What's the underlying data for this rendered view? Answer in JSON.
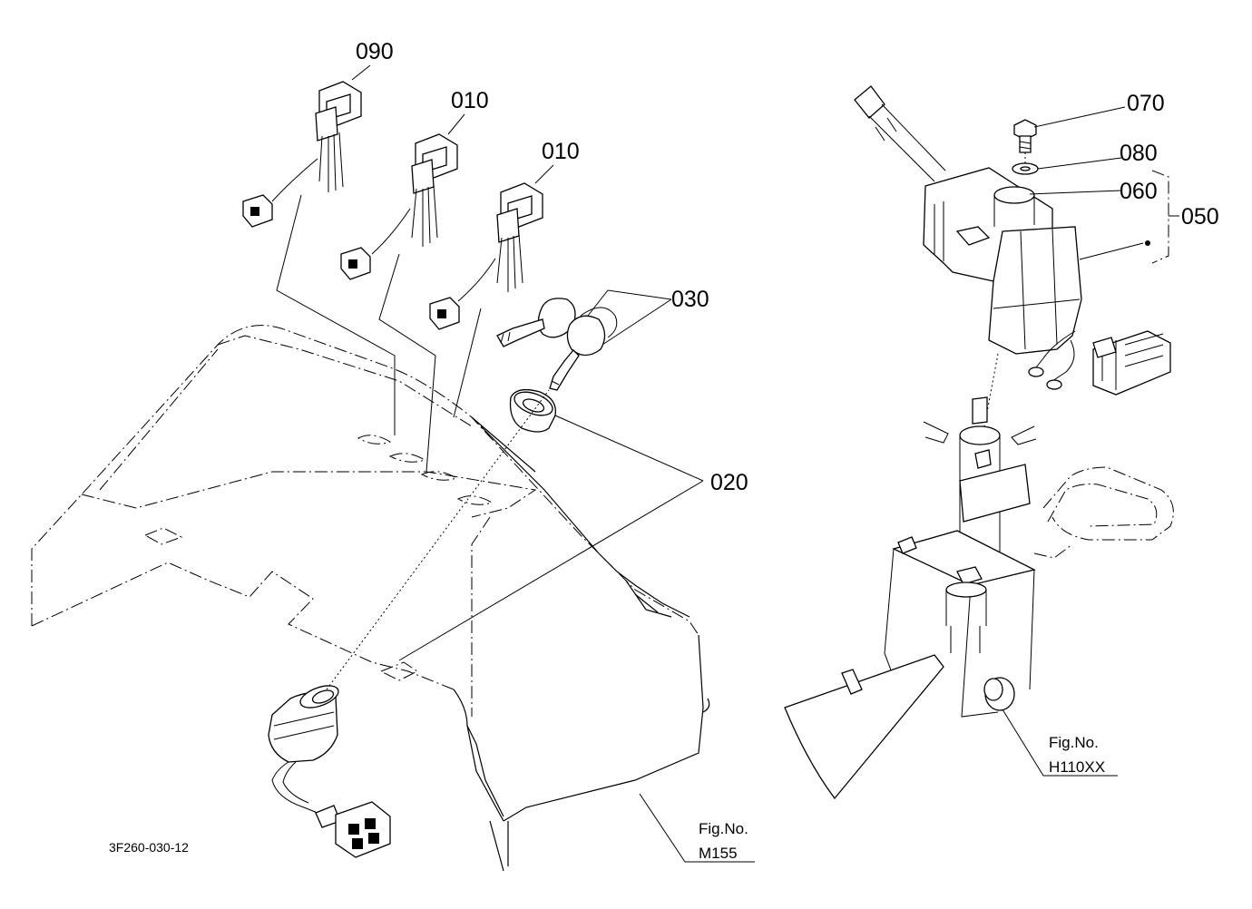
{
  "diagram": {
    "callouts": [
      {
        "id": "090",
        "label": "090"
      },
      {
        "id": "010a",
        "label": "010"
      },
      {
        "id": "010b",
        "label": "010"
      },
      {
        "id": "030",
        "label": "030"
      },
      {
        "id": "020",
        "label": "020"
      },
      {
        "id": "070",
        "label": "070"
      },
      {
        "id": "080",
        "label": "080"
      },
      {
        "id": "060",
        "label": "060"
      },
      {
        "id": "050",
        "label": "050"
      }
    ],
    "fig_refs": [
      {
        "id": "m155",
        "line1": "Fig.No.",
        "line2": "M155"
      },
      {
        "id": "h110xx",
        "line1": "Fig.No.",
        "line2": "H110XX"
      }
    ],
    "drawing_code": "3F260-030-12"
  }
}
